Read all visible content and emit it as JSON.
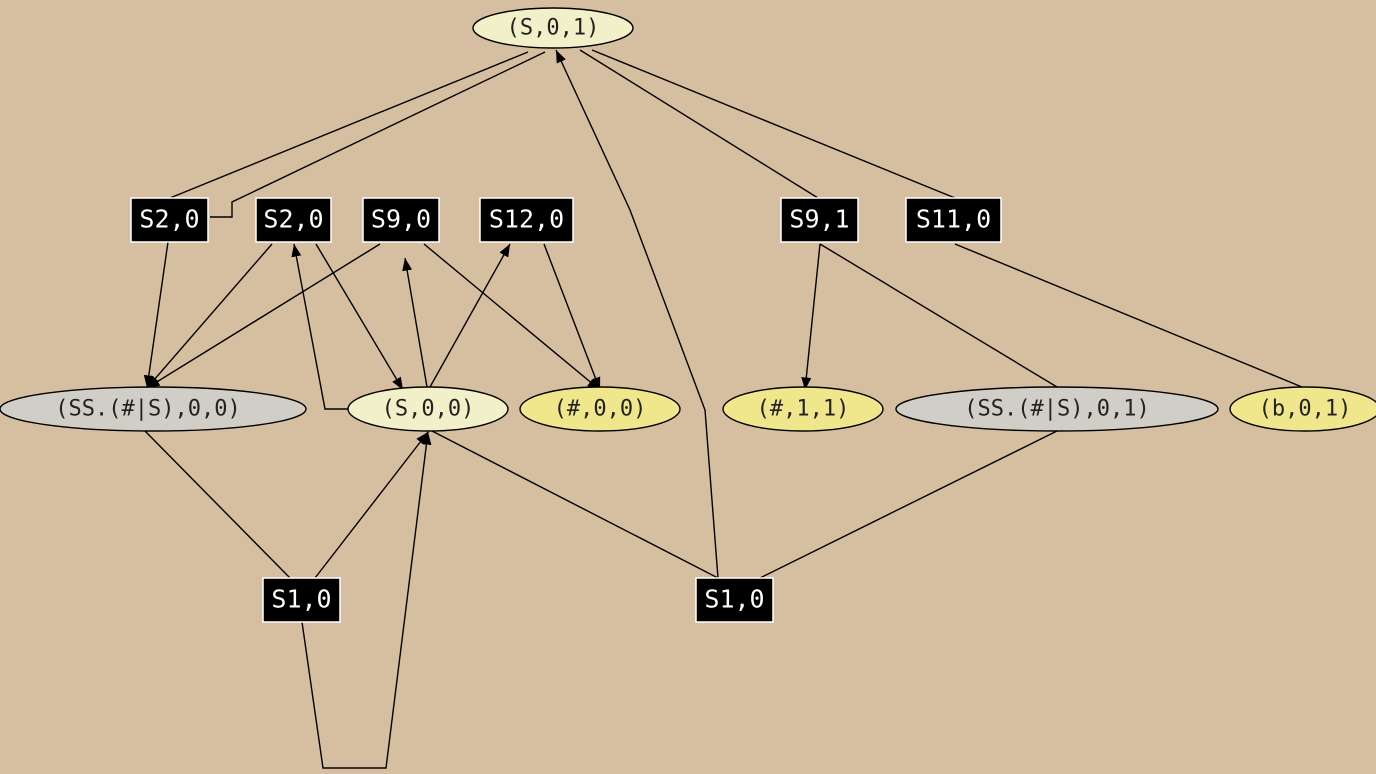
{
  "colors": {
    "background": "#d6bfa0",
    "state_light": "#f2f0c8",
    "state_yellow": "#f0e68c",
    "state_gray": "#d0cec6",
    "rule_box": "#000000"
  },
  "states": {
    "s01": "(S,0,1)",
    "ss00": "(SS.(#|S),0,0)",
    "s00": "(S,0,0)",
    "h00": "(#,0,0)",
    "h11": "(#,1,1)",
    "ss01": "(SS.(#|S),0,1)",
    "b01": "(b,0,1)"
  },
  "rules": {
    "r_s2_0_a": "S2,0",
    "r_s2_0_b": "S2,0",
    "r_s9_0": "S9,0",
    "r_s12_0": "S12,0",
    "r_s9_1": "S9,1",
    "r_s11_0": "S11,0",
    "r_s1_0_a": "S1,0",
    "r_s1_0_b": "S1,0"
  }
}
